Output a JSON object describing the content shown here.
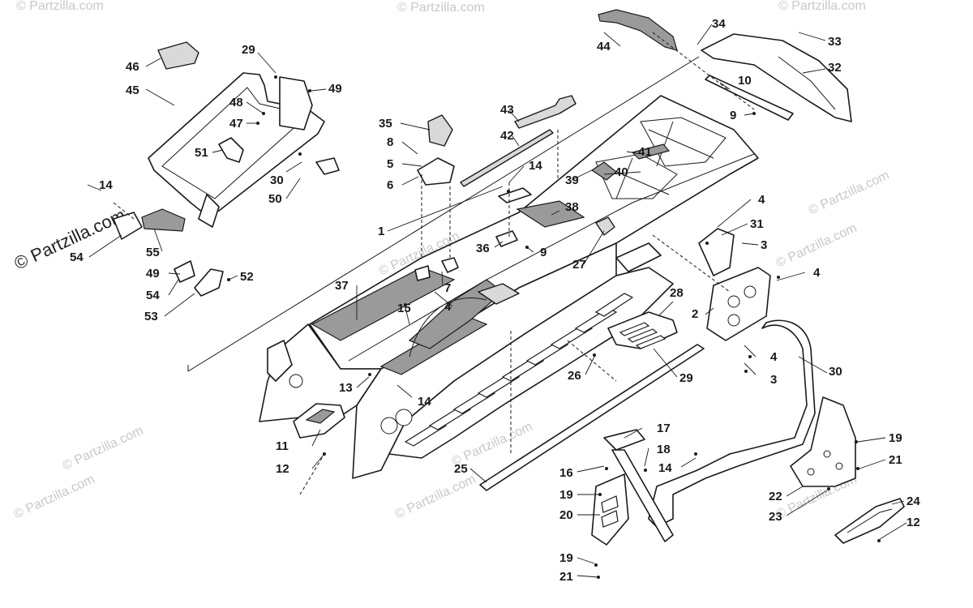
{
  "watermark": {
    "main_text": "© Partzilla.com",
    "repeat_text": "© Partzilla.com"
  },
  "labels": [
    "1",
    "2",
    "3",
    "3",
    "4",
    "4",
    "4",
    "4",
    "5",
    "6",
    "7",
    "8",
    "9",
    "9",
    "10",
    "11",
    "12",
    "12",
    "13",
    "14",
    "14",
    "14",
    "14",
    "15",
    "16",
    "17",
    "18",
    "19",
    "19",
    "19",
    "20",
    "21",
    "21",
    "22",
    "23",
    "24",
    "25",
    "26",
    "27",
    "28",
    "29",
    "29",
    "30",
    "30",
    "31",
    "32",
    "33",
    "34",
    "35",
    "36",
    "37",
    "38",
    "39",
    "40",
    "41",
    "42",
    "43",
    "44",
    "45",
    "46",
    "47",
    "48",
    "49",
    "49",
    "50",
    "51",
    "52",
    "53",
    "54",
    "54",
    "55"
  ],
  "colors": {
    "line": "#1a1a1a",
    "pad_texture": "#9a9a9a",
    "watermark": "#c8c8c8"
  }
}
